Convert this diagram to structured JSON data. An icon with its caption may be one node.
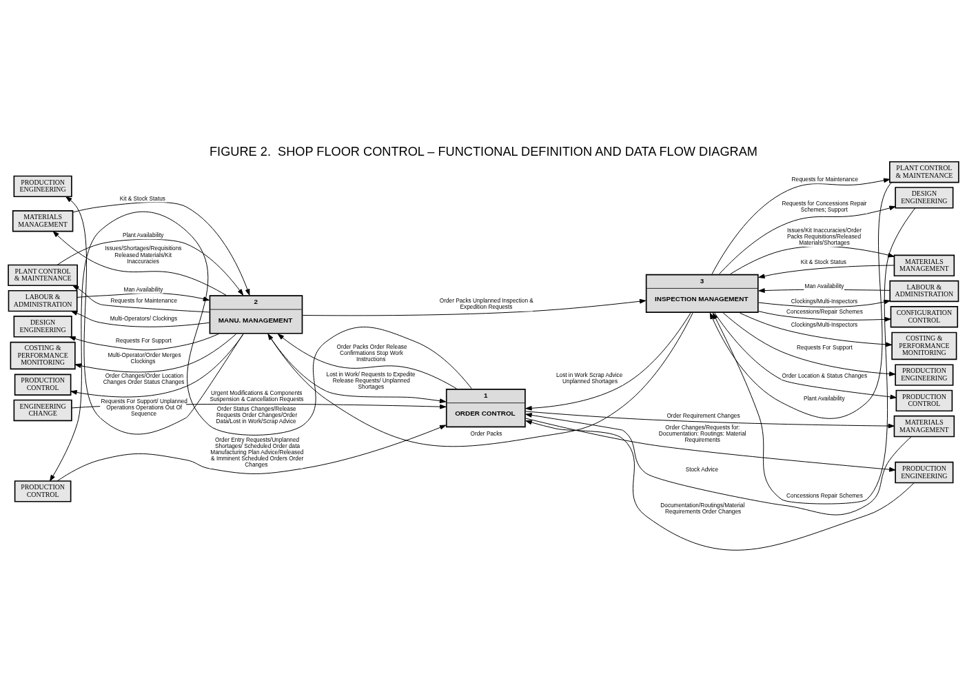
{
  "diagram": {
    "title": "FIGURE 2.  SHOP FLOOR CONTROL – FUNCTIONAL DEFINITION AND DATA FLOW DIAGRAM",
    "nodes": [
      {
        "text": [
          "PRODUCTION CONTROL"
        ]
      },
      {
        "text": [
          "1",
          "ORDER CONTROL"
        ]
      },
      {
        "text": [
          "MATERIALS MANAGEMENT"
        ]
      },
      {
        "text": [
          "ENGINEERING CHANGE"
        ]
      },
      {
        "text": [
          "PRODUCTION ENGINEERING"
        ]
      },
      {
        "text": [
          "MATERIALS MANAGEMENT"
        ]
      },
      {
        "text": [
          "MATERIALS MANAGEMENT"
        ]
      },
      {
        "text": [
          "LABOUR & ADMINISTRATION"
        ]
      },
      {
        "text": [
          "PLANT CONTROL & MAINTENANCE"
        ]
      },
      {
        "text": [
          "2",
          "MANU. MANAGEMENT"
        ]
      },
      {
        "text": [
          "3",
          "INSPECTION MANAGEMENT"
        ]
      },
      {
        "text": [
          "PLANT CONTROL & MAINTENANCE"
        ]
      },
      {
        "text": [
          "LABOUR & ADMINISTRATION"
        ]
      },
      {
        "text": [
          "DESIGN ENGINEERING"
        ]
      },
      {
        "text": [
          "DESIGN ENGINEERING"
        ]
      },
      {
        "text": [
          "CONFIGURATION CONTROL"
        ]
      },
      {
        "text": [
          "COSTING & PERFORMANCE MONITORING"
        ]
      },
      {
        "text": [
          "COSTING & PERFORMANCE MONITORING"
        ]
      },
      {
        "text": [
          "PRODUCTION CONTROL"
        ]
      },
      {
        "text": [
          "PRODUCTION ENGINEERING"
        ]
      },
      {
        "text": [
          "PRODUCTION ENGINEERING"
        ]
      },
      {
        "text": [
          "PRODUCTION CONTROL"
        ]
      }
    ],
    "edges": [
      {
        "from": 1,
        "to": 0,
        "arrow": "to",
        "label": "Order Status Changes/Release Requests Order Changes/Order Data/Lost in Work/Scrap Advice"
      },
      {
        "from": 0,
        "to": 1,
        "arrow": "to",
        "label": "Order Entry Requests/Unplanned Shortages/ Scheduled Order data Manufacturing Plan Advice/Released & Imminent Scheduled Orders Order Changes"
      },
      {
        "from": 3,
        "to": 1,
        "arrow": "to",
        "label": "Urgent Modifications & Components Suspension & Cancellation Requests"
      },
      {
        "from": 1,
        "to": 2,
        "arrow": "to",
        "label": "Order Requirement Changes"
      },
      {
        "from": 2,
        "to": 1,
        "arrow": "to",
        "label": "Stock Advice"
      },
      {
        "from": 1,
        "to": 4,
        "arrow": "to",
        "label": "Order Changes/Requests for: Documentation: Routings: Material Requirements"
      },
      {
        "from": 4,
        "to": 1,
        "arrow": "to",
        "label": "Documentation/Routings/Material Requirements Order Changes"
      },
      {
        "from": 1,
        "to": 9,
        "arrow": "to",
        "label": "Order Packs Order Release Confirmations Stop Work Instructions"
      },
      {
        "from": 9,
        "to": 1,
        "arrow": "to",
        "label": "Lost in Work/ Requests to Expedite Release Requests/ Unplanned Shortages"
      },
      {
        "from": 9,
        "to": 10,
        "arrow": "to",
        "label": "Order Packs Unplanned Inspection & Expedition Requests"
      },
      {
        "from": 10,
        "to": 9,
        "arrow": "to",
        "label": "Order Packs"
      },
      {
        "from": 10,
        "to": 1,
        "arrow": "to",
        "label": "Lost in Work Scrap Advice Unplanned Shortages"
      },
      {
        "from": 9,
        "to": 6,
        "arrow": "to",
        "label": "Issues/Shortages/Requisitions Released Materials/Kit Inaccuracies"
      },
      {
        "from": 6,
        "to": 9,
        "arrow": "to",
        "label": "Kit & Stock Status"
      },
      {
        "from": 9,
        "to": 8,
        "arrow": "to",
        "label": "Requests for Maintenance"
      },
      {
        "from": 8,
        "to": 9,
        "arrow": "to",
        "label": "Plant Availability"
      },
      {
        "from": 9,
        "to": 12,
        "arrow": "to",
        "label": "Multi-Operators/ Clockings"
      },
      {
        "from": 12,
        "to": 9,
        "arrow": "to",
        "label": "Man Availability"
      },
      {
        "from": 9,
        "to": 14,
        "arrow": "to",
        "label": "Requests For Support"
      },
      {
        "from": 9,
        "to": 16,
        "arrow": "to",
        "label": "Multi-Operator/Order Merges Clockings"
      },
      {
        "from": 9,
        "to": 18,
        "arrow": "to",
        "label": "Order Changes/Order Location Changes Order Status Changes"
      },
      {
        "from": 9,
        "to": 20,
        "arrow": "to",
        "label": "Requests For Support/ Unplanned Operations Operations Out Of Sequence"
      },
      {
        "from": 10,
        "to": 5,
        "arrow": "to",
        "label": "Issues/Kit Inaccuracies/Order Packs Requisitions/Released Materials/Shortages"
      },
      {
        "from": 5,
        "to": 10,
        "arrow": "to",
        "label": "Kit & Stock Status"
      },
      {
        "from": 10,
        "to": 7,
        "arrow": "to",
        "label": "Clockings/Multi-Inspectors"
      },
      {
        "from": 7,
        "to": 10,
        "arrow": "to",
        "label": "Man Availability"
      },
      {
        "from": 10,
        "to": 11,
        "arrow": "to",
        "label": "Requests for Maintenance"
      },
      {
        "from": 11,
        "to": 10,
        "arrow": "to",
        "label": "Plant Availability"
      },
      {
        "from": 10,
        "to": 13,
        "arrow": "to",
        "label": "Requests for Concessions Repair Schemes; Support"
      },
      {
        "from": 13,
        "to": 10,
        "arrow": "to",
        "label": "Concessions Repair Schemes"
      },
      {
        "from": 10,
        "to": 15,
        "arrow": "to",
        "label": "Concessions/Repair Schemes"
      },
      {
        "from": 10,
        "to": 17,
        "arrow": "to",
        "label": "Clockings/Multi-Inspectors"
      },
      {
        "from": 10,
        "to": 19,
        "arrow": "to",
        "label": "Requests For Support"
      },
      {
        "from": 10,
        "to": 21,
        "arrow": "to",
        "label": "Order Location & Status Changes"
      }
    ]
  }
}
